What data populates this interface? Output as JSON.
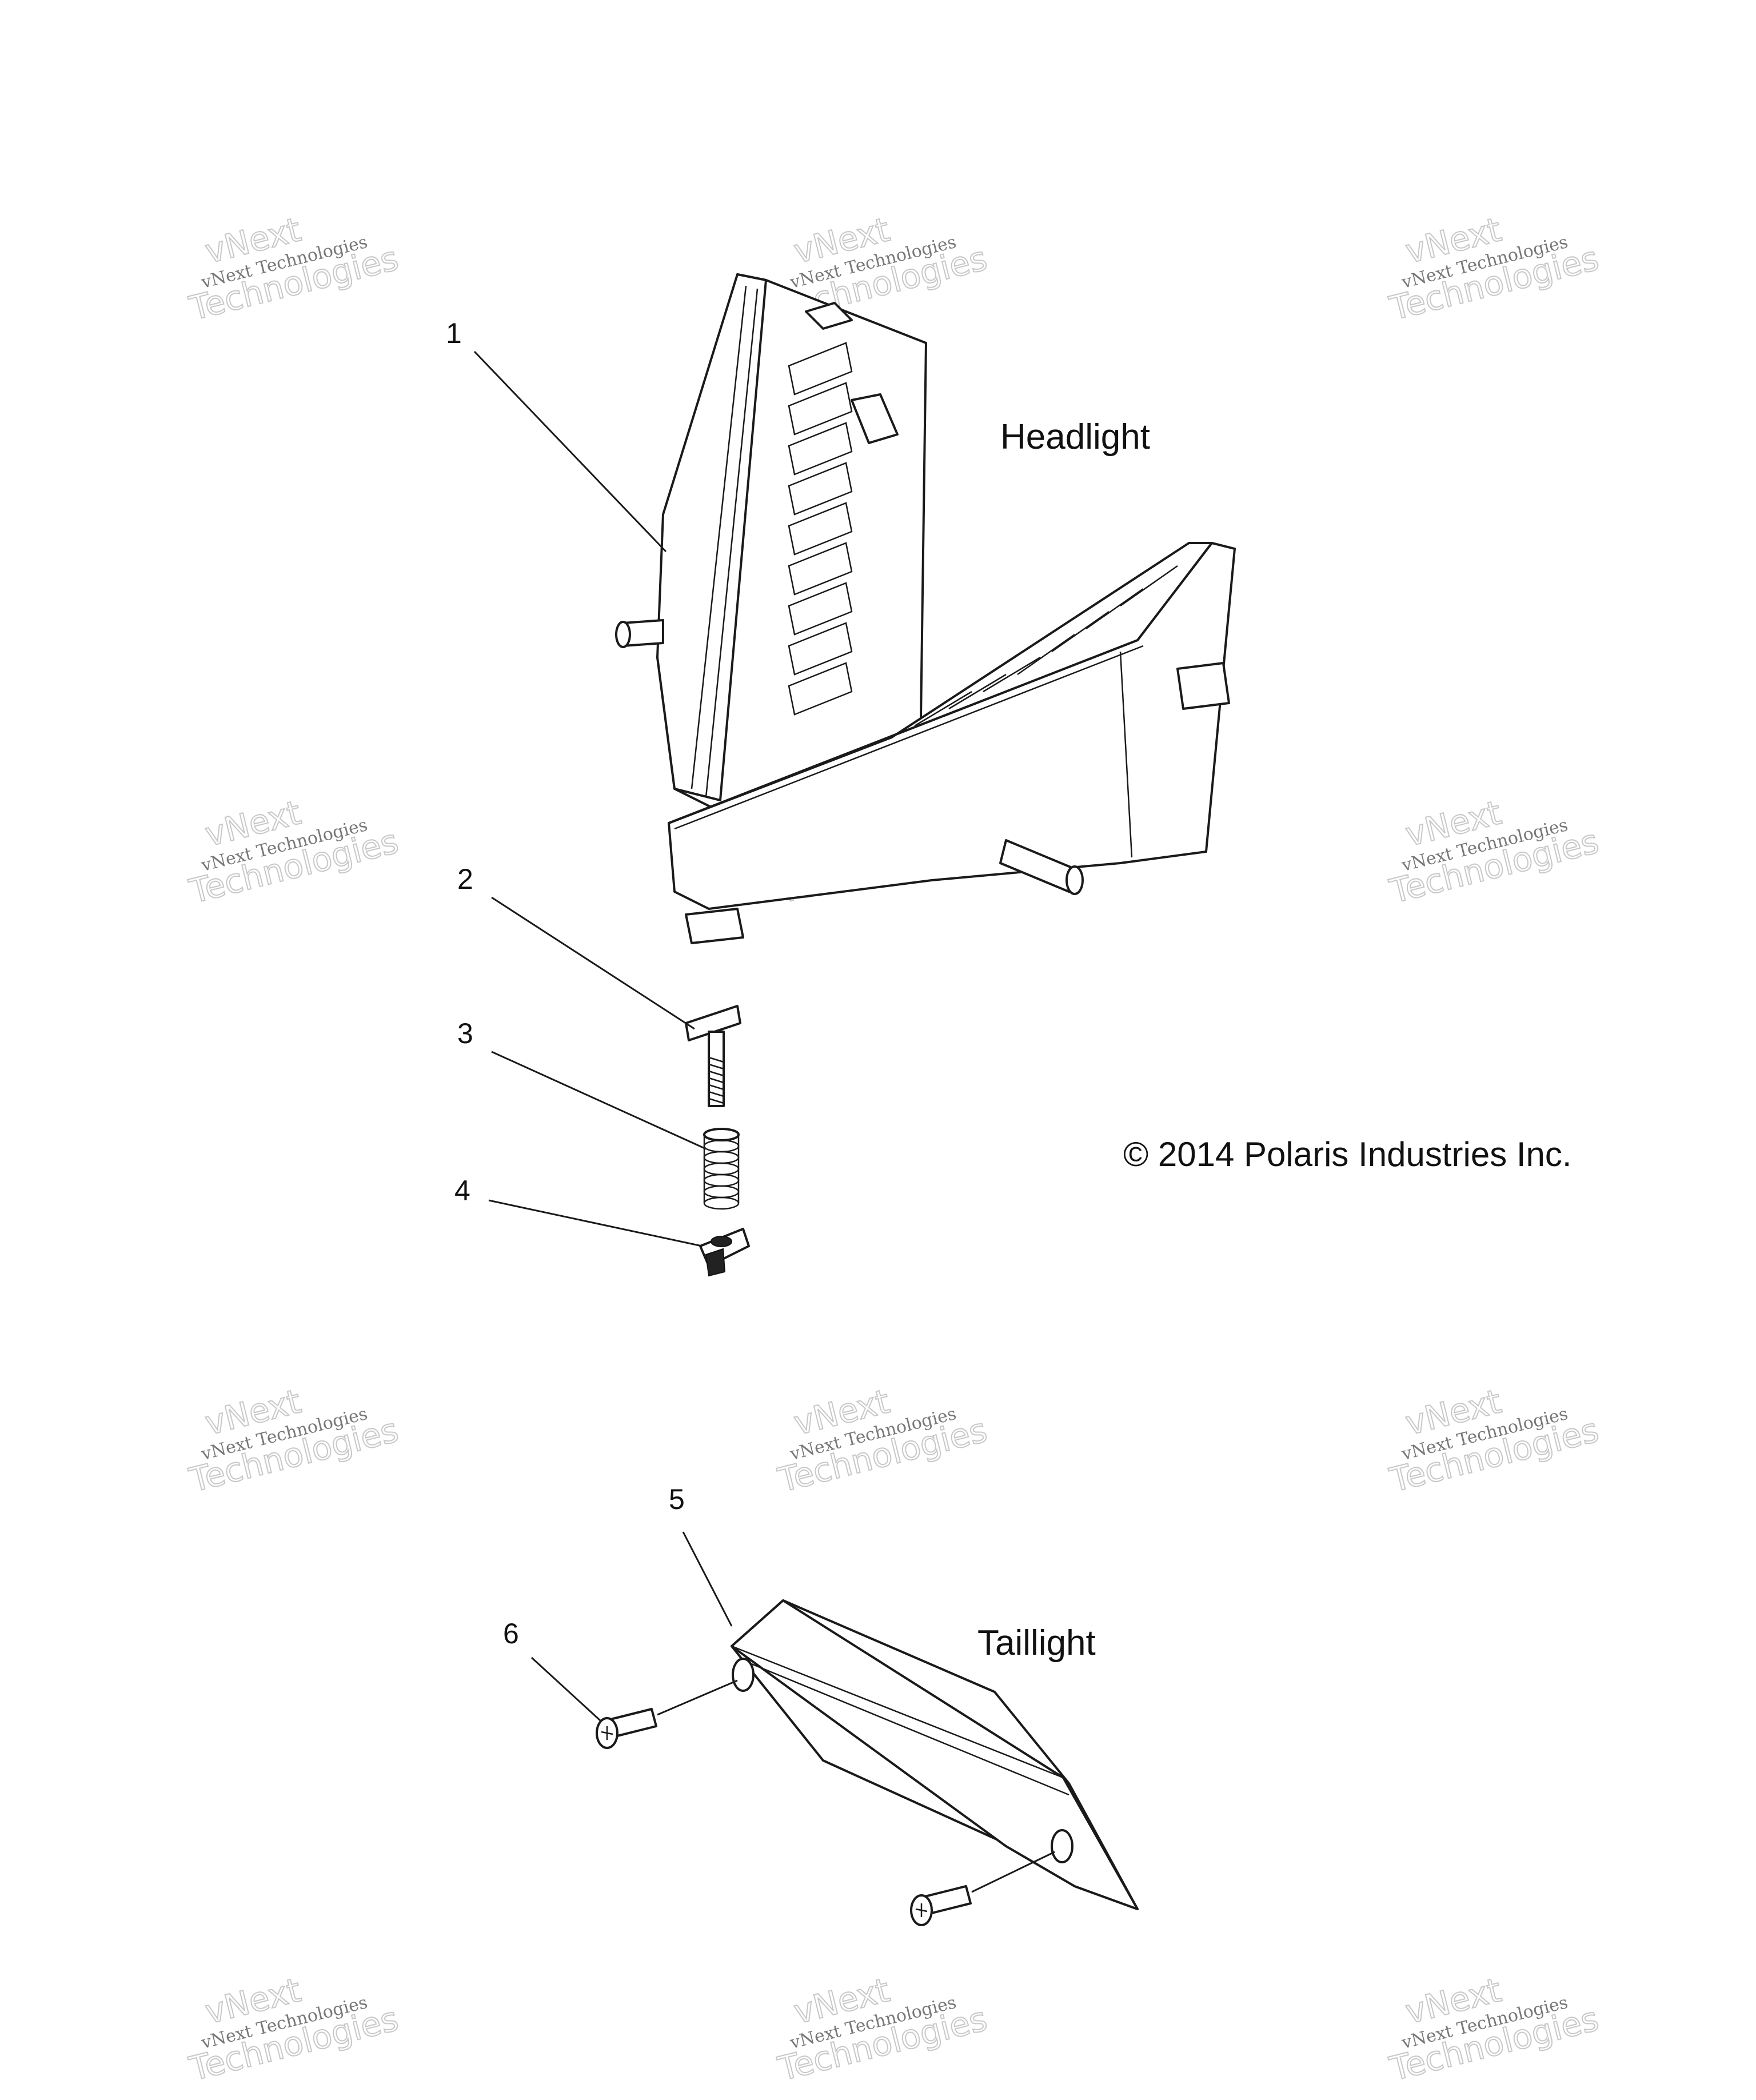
{
  "labels": {
    "headlight": "Headlight",
    "taillight": "Taillight",
    "copyright": "© 2014 Polaris Industries Inc."
  },
  "callouts": [
    "1",
    "2",
    "3",
    "4",
    "5",
    "6"
  ],
  "watermark": {
    "line1": "vNext Technologies",
    "line2": "vNext",
    "line3": "Technologies"
  }
}
